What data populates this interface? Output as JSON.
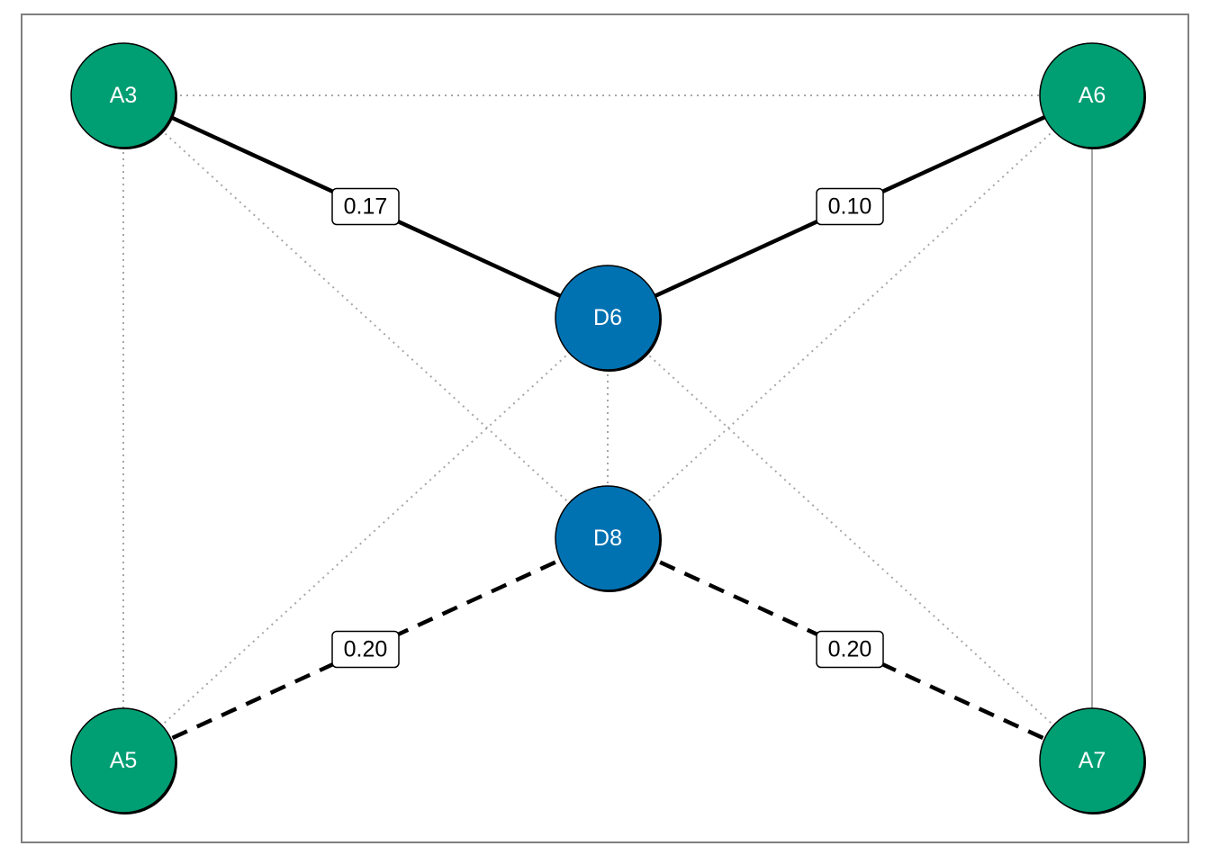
{
  "nodes": [
    {
      "id": "A3",
      "label": "A3",
      "group": "A"
    },
    {
      "id": "A6",
      "label": "A6",
      "group": "A"
    },
    {
      "id": "D6",
      "label": "D6",
      "group": "D"
    },
    {
      "id": "D8",
      "label": "D8",
      "group": "D"
    },
    {
      "id": "A5",
      "label": "A5",
      "group": "A"
    },
    {
      "id": "A7",
      "label": "A7",
      "group": "A"
    }
  ],
  "edges": [
    {
      "from": "A3",
      "to": "D6",
      "style": "solid-bold",
      "label": "0.17"
    },
    {
      "from": "A6",
      "to": "D6",
      "style": "solid-bold",
      "label": "0.10"
    },
    {
      "from": "A5",
      "to": "D8",
      "style": "dashed-bold",
      "label": "0.20"
    },
    {
      "from": "A7",
      "to": "D8",
      "style": "dashed-bold",
      "label": "0.20"
    },
    {
      "from": "A3",
      "to": "A6",
      "style": "dotted"
    },
    {
      "from": "A3",
      "to": "A5",
      "style": "dotted"
    },
    {
      "from": "A3",
      "to": "D8",
      "style": "dotted"
    },
    {
      "from": "A6",
      "to": "D8",
      "style": "dotted"
    },
    {
      "from": "A6",
      "to": "A7",
      "style": "thin-solid"
    },
    {
      "from": "D6",
      "to": "D8",
      "style": "dotted"
    },
    {
      "from": "D6",
      "to": "A5",
      "style": "dotted"
    },
    {
      "from": "D6",
      "to": "A7",
      "style": "dotted"
    }
  ],
  "colors": {
    "group_A": "#009E73",
    "group_D": "#0072B2",
    "frame": "#7f7f7f",
    "dotted_edge": "#a6a6a6",
    "thin_edge": "#a6a6a6",
    "bold_edge": "#000000"
  }
}
